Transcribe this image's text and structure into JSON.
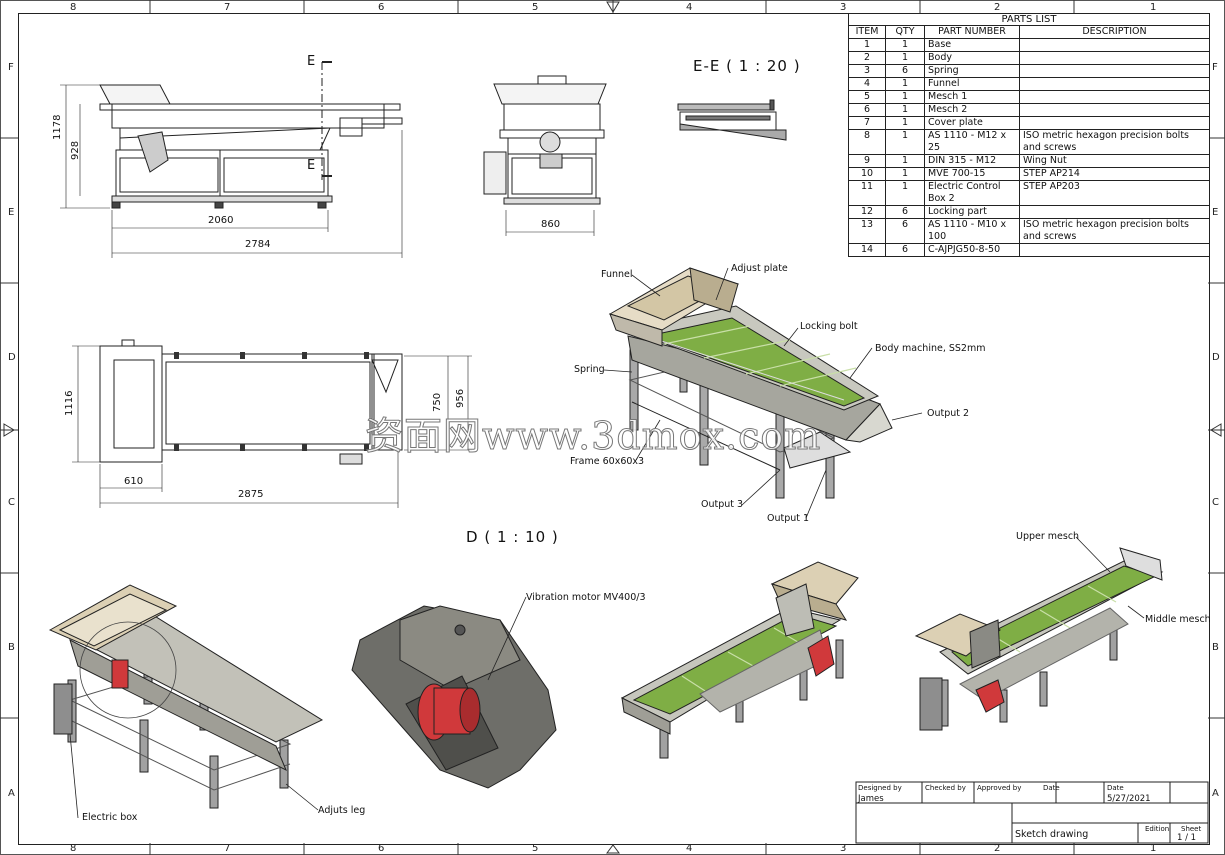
{
  "zones": {
    "columns": [
      "8",
      "7",
      "6",
      "5",
      "4",
      "3",
      "2",
      "1"
    ],
    "rows": [
      "F",
      "E",
      "D",
      "C",
      "B",
      "A"
    ]
  },
  "parts_list": {
    "title": "PARTS LIST",
    "headers": [
      "ITEM",
      "QTY",
      "PART NUMBER",
      "DESCRIPTION"
    ],
    "rows": [
      [
        "1",
        "1",
        "Base",
        ""
      ],
      [
        "2",
        "1",
        "Body",
        ""
      ],
      [
        "3",
        "6",
        "Spring",
        ""
      ],
      [
        "4",
        "1",
        "Funnel",
        ""
      ],
      [
        "5",
        "1",
        "Mesch 1",
        ""
      ],
      [
        "6",
        "1",
        "Mesch 2",
        ""
      ],
      [
        "7",
        "1",
        "Cover plate",
        ""
      ],
      [
        "8",
        "1",
        "AS 1110 - M12 x 25",
        "ISO metric hexagon precision bolts and screws"
      ],
      [
        "9",
        "1",
        "DIN 315 - M12",
        "Wing Nut"
      ],
      [
        "10",
        "1",
        "MVE 700-15",
        "STEP AP214"
      ],
      [
        "11",
        "1",
        "Electric Control Box 2",
        "STEP AP203"
      ],
      [
        "12",
        "6",
        "Locking part",
        ""
      ],
      [
        "13",
        "6",
        "AS 1110 - M10 x 100",
        "ISO metric hexagon precision bolts and screws"
      ],
      [
        "14",
        "6",
        "C-AJPJG50-8-50",
        ""
      ]
    ]
  },
  "views": {
    "section_title": "E-E ( 1 : 20 )",
    "detail_title": "D ( 1 : 10 )",
    "section_marker": "E"
  },
  "dimensions": {
    "front_height_total": "1178",
    "front_height_inner": "928",
    "front_width_inner": "2060",
    "front_width_total": "2784",
    "side_width": "860",
    "top_height": "1116",
    "top_width_left": "610",
    "top_width_total": "2875",
    "top_inner_a": "750",
    "top_inner_b": "956"
  },
  "callouts": {
    "funnel": "Funnel",
    "adjust_plate": "Adjust plate",
    "locking_bolt": "Locking bolt",
    "body_machine": "Body machine, SS2mm",
    "spring": "Spring",
    "output_2": "Output 2",
    "frame": "Frame 60x60x3",
    "output_3": "Output 3",
    "output_1": "Output 1",
    "vibration_motor": "Vibration motor MV400/3",
    "electric_box": "Electric box",
    "adjust_leg": "Adjuts leg",
    "upper_mesch": "Upper mesch",
    "middle_mesch": "Middle mesch"
  },
  "title_block": {
    "designed_by_label": "Designed by",
    "designed_by": "James",
    "checked_by_label": "Checked by",
    "approved_by_label": "Approved by",
    "date_label": "Date",
    "date_label2": "Date",
    "date": "5/27/2021",
    "drawing_title": "Sketch drawing",
    "edition_label": "Edition",
    "sheet_label": "Sheet",
    "sheet": "1 / 1"
  },
  "watermark": "资面网www.3dmox.com",
  "colors": {
    "line": "#222222",
    "mesh_green": "#7fae45",
    "frame_gray": "#9a9a9a",
    "steel": "#c8c8c0",
    "motor_red": "#d0393b",
    "funnel_tan": "#d9ccb0",
    "dark_gray": "#6e6e69"
  }
}
